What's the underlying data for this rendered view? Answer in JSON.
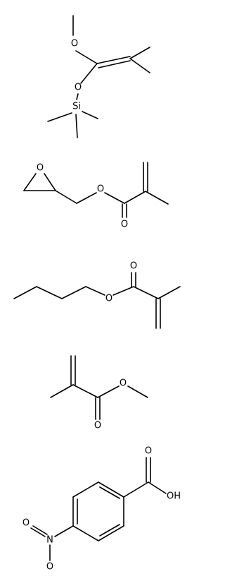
{
  "molecules": [
    {
      "id": "silyl-ketene-acetal",
      "atoms": {
        "o1": "O",
        "o2": "O",
        "si": "Si"
      }
    },
    {
      "id": "glycidyl-methacrylate",
      "atoms": {
        "o_ring": "O",
        "o_ester": "O",
        "o_carbonyl": "O"
      }
    },
    {
      "id": "butyl-methacrylate",
      "atoms": {
        "o_carbonyl": "O",
        "o_ester": "O"
      }
    },
    {
      "id": "methyl-methacrylate",
      "atoms": {
        "o_ester": "O",
        "o_carbonyl": "O"
      }
    },
    {
      "id": "4-nitrobenzoic-acid",
      "atoms": {
        "o_carbonyl": "O",
        "oh": "OH",
        "n": "N",
        "o_n1": "O",
        "o_n2": "O"
      }
    }
  ]
}
